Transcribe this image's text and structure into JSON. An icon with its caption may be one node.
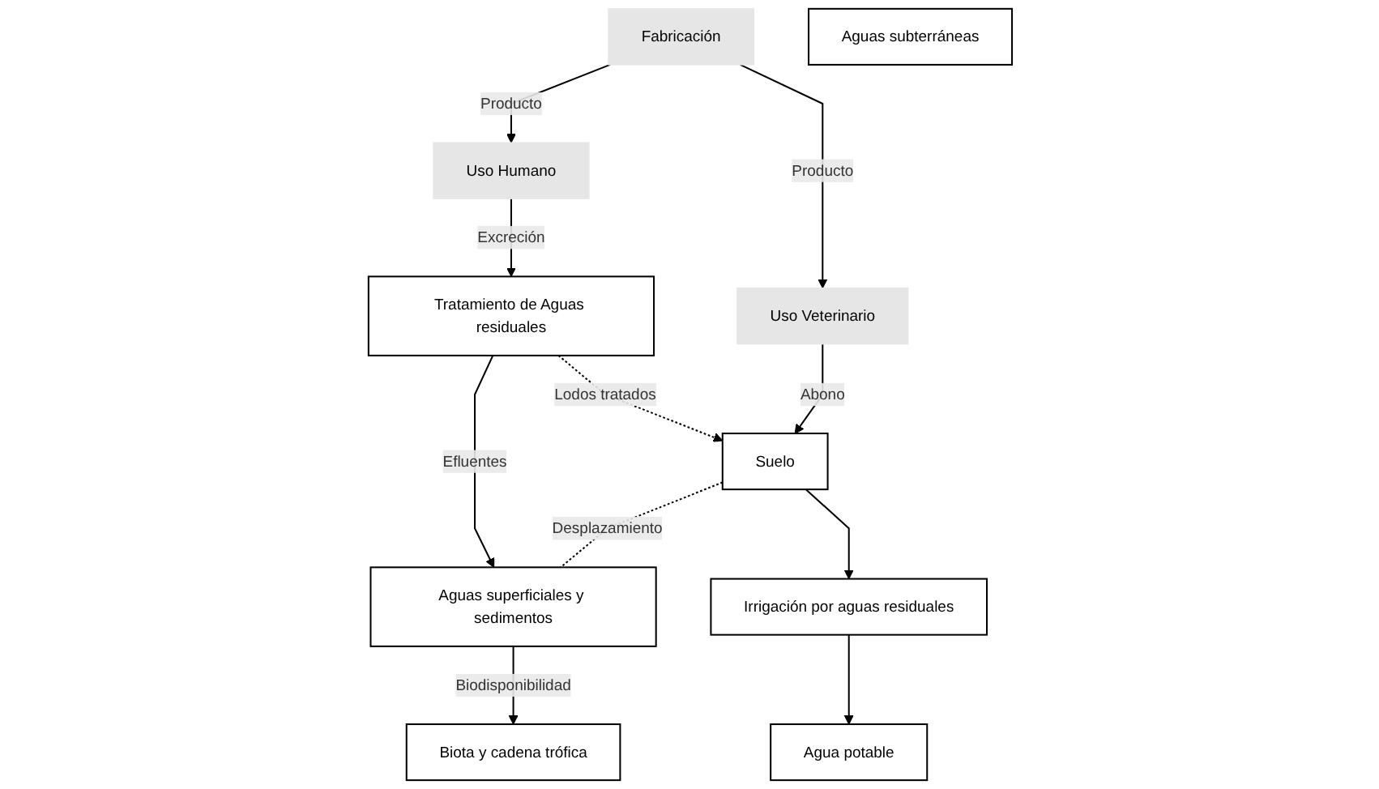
{
  "diagram": {
    "nodes": [
      {
        "text": [
          "Fabricación"
        ]
      },
      {
        "text": [
          "Uso Humano"
        ]
      },
      {
        "text": [
          "Uso Veterinario"
        ]
      },
      {
        "text": [
          "Tratamiento de Aguas residuales"
        ]
      },
      {
        "text": [
          "Suelo"
        ]
      },
      {
        "text": [
          "Aguas subterráneas"
        ]
      },
      {
        "text": [
          "Aguas superficiales y sedimentos"
        ]
      },
      {
        "text": [
          "Irrigación por aguas residuales"
        ]
      },
      {
        "text": [
          "Biota y cadena trófica"
        ]
      },
      {
        "text": [
          "Agua potable"
        ]
      }
    ],
    "edges": [
      {
        "from": 0,
        "to": 1,
        "arrow": "to",
        "label": "Producto"
      },
      {
        "from": 0,
        "to": 2,
        "arrow": "to",
        "label": "Producto"
      },
      {
        "from": 1,
        "to": 3,
        "arrow": "to",
        "label": "Excreción"
      },
      {
        "from": 2,
        "to": 4,
        "arrow": "to",
        "label": "Abono"
      },
      {
        "from": 3,
        "to": 4,
        "arrow": "to",
        "label": "Lodos tratados",
        "style": "dashed"
      },
      {
        "from": 4,
        "to": 6,
        "arrow": "none",
        "label": "Desplazamiento",
        "style": "dashed"
      },
      {
        "from": 3,
        "to": 6,
        "arrow": "to",
        "label": "Efluentes"
      },
      {
        "from": 4,
        "to": 7,
        "arrow": "to"
      },
      {
        "from": 6,
        "to": 8,
        "arrow": "to",
        "label": "Biodisponibilidad"
      },
      {
        "from": 7,
        "to": 9,
        "arrow": "to"
      }
    ]
  }
}
